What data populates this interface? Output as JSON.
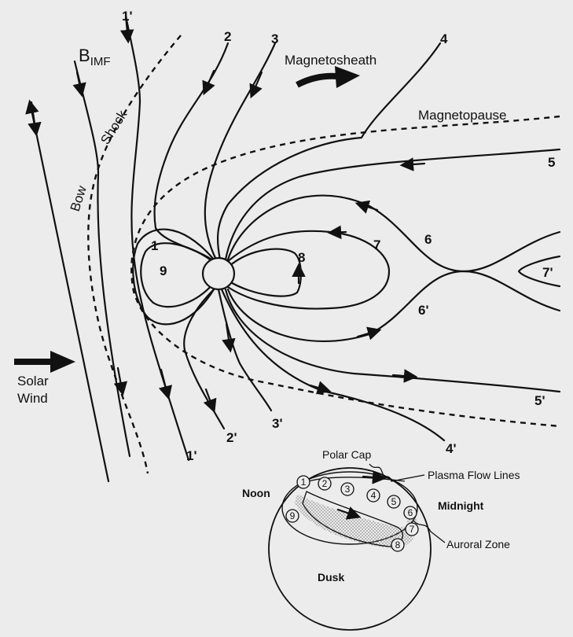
{
  "labels": {
    "b_imf": "B",
    "b_imf_sub": "IMF",
    "bow": "Bow",
    "shock": "Shock",
    "magnetosheath": "Magnetosheath",
    "magnetopause": "Magnetopause",
    "solar_wind_line1": "Solar",
    "solar_wind_line2": "Wind"
  },
  "field_line_numbers": {
    "n1p_top": "1'",
    "n2": "2",
    "n3": "3",
    "n4": "4",
    "n5": "5",
    "n1": "1",
    "n9": "9",
    "n8": "8",
    "n7": "7",
    "n6": "6",
    "n7p": "7'",
    "n6p": "6'",
    "n5p": "5'",
    "n4p": "4'",
    "n3p": "3'",
    "n2p": "2'",
    "n1p_bottom": "1'"
  },
  "inset": {
    "polar_cap": "Polar Cap",
    "plasma_flow_lines": "Plasma Flow Lines",
    "noon": "Noon",
    "midnight": "Midnight",
    "auroral_zone": "Auroral Zone",
    "dusk": "Dusk",
    "circles": [
      "1",
      "2",
      "3",
      "4",
      "5",
      "6",
      "7",
      "8",
      "9"
    ]
  }
}
